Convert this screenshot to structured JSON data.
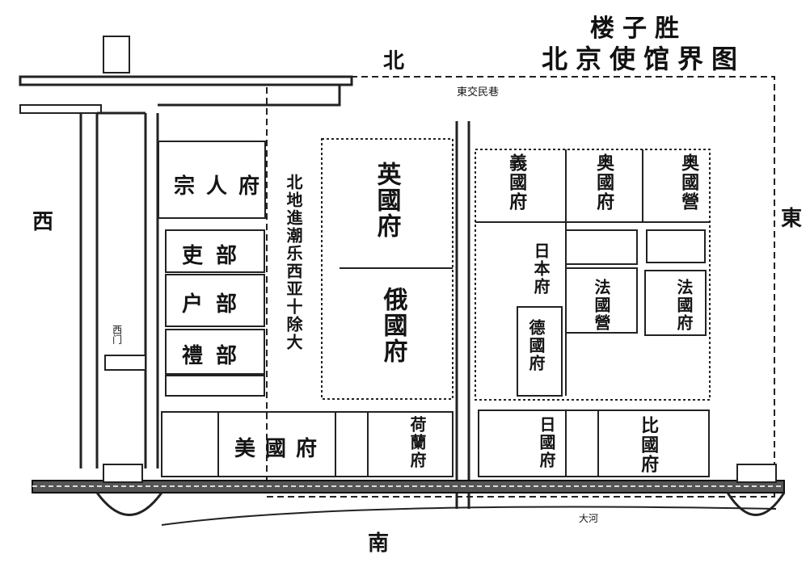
{
  "header": {
    "corner_note": "楼子胜",
    "map_title": "北京使馆界图"
  },
  "compass": {
    "north": "北",
    "south": "南",
    "east": "東",
    "west": "西"
  },
  "labels": {
    "zongren": "宗人府",
    "libu_officials": "吏部",
    "hubu": "户部",
    "libu_rites": "禮部",
    "jiancha": "北地進潮乐西亚十除大",
    "yingguo": "英國府",
    "eguo": "俄國府",
    "yiguo": "義國府",
    "aoguo": "奥國府",
    "aoguo2": "奥國營",
    "riben": "日本府",
    "deguo": "德國府",
    "faguo": "法國府",
    "faguo_ying": "法國營",
    "meiguo": "美國府",
    "helan": "荷蘭府",
    "bili": "比國府",
    "xibanya": "日國府",
    "street_top": "東交民巷",
    "gate_west": "西门",
    "river_label": "大河"
  },
  "colors": {
    "ink": "#141414",
    "paper": "#ffffff",
    "grey": "#6a6a6a"
  }
}
